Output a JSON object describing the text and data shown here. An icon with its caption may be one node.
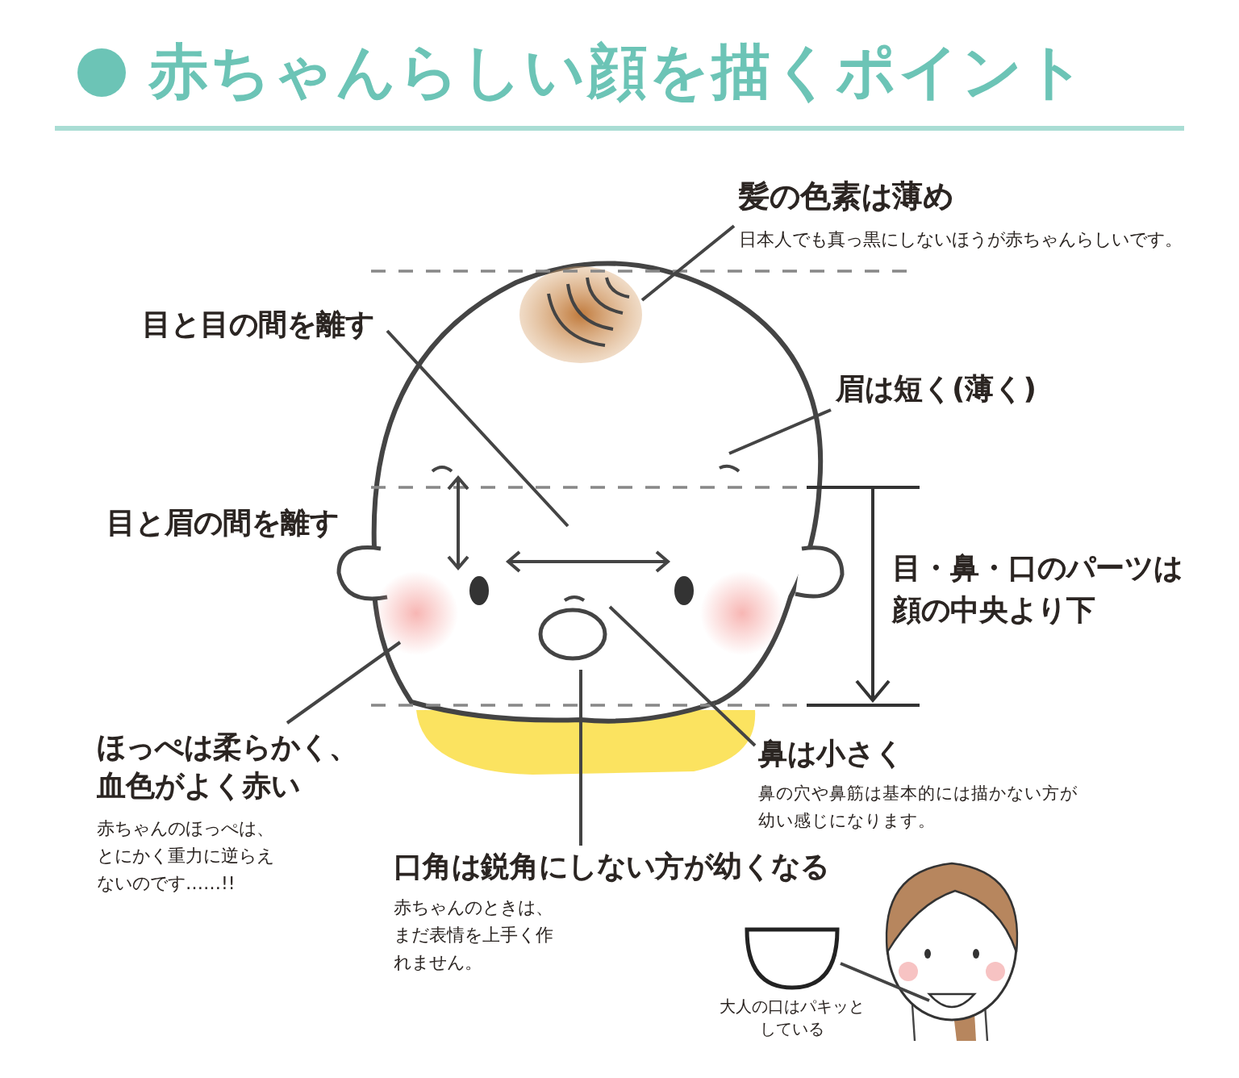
{
  "diagram": {
    "title": "赤ちゃんらしい顔を描くポイント",
    "nodes": [
      {
        "text": [
          "髪の色素は薄め",
          "日本人でも真っ黒にしないほうが赤ちゃんらしいです。"
        ]
      },
      {
        "text": [
          "目と目の間を離す"
        ]
      },
      {
        "text": [
          "眉は短く(薄く)"
        ]
      },
      {
        "text": [
          "ほっぺは柔らかく、血色がよく赤い",
          "赤ちゃんのほっぺは、とにかく重力に逆らえないのです……!!"
        ]
      },
      {
        "text": [
          "鼻は小さく",
          "鼻の穴や鼻筋は基本的には描かない方が幼い感じになります。"
        ]
      },
      {
        "text": [
          "口角は鋭角にしない方が幼くなる",
          "赤ちゃんのときは、まだ表情を上手く作れません。"
        ]
      },
      {
        "text": [
          "大人の口はパキッとしている"
        ]
      }
    ],
    "edges": [
      {
        "from": 0,
        "to": null,
        "arrow": "none"
      },
      {
        "from": 1,
        "to": null,
        "arrow": "none"
      },
      {
        "from": 2,
        "to": null,
        "arrow": "none"
      },
      {
        "from": 3,
        "to": null,
        "arrow": "none"
      },
      {
        "from": 4,
        "to": null,
        "arrow": "none"
      },
      {
        "from": 5,
        "to": null,
        "arrow": "none"
      },
      {
        "from": 6,
        "to": null,
        "arrow": "none"
      }
    ],
    "labels": [
      "目と眉の間を離す",
      "目・鼻・口のパーツは顔の中央より下"
    ]
  }
}
